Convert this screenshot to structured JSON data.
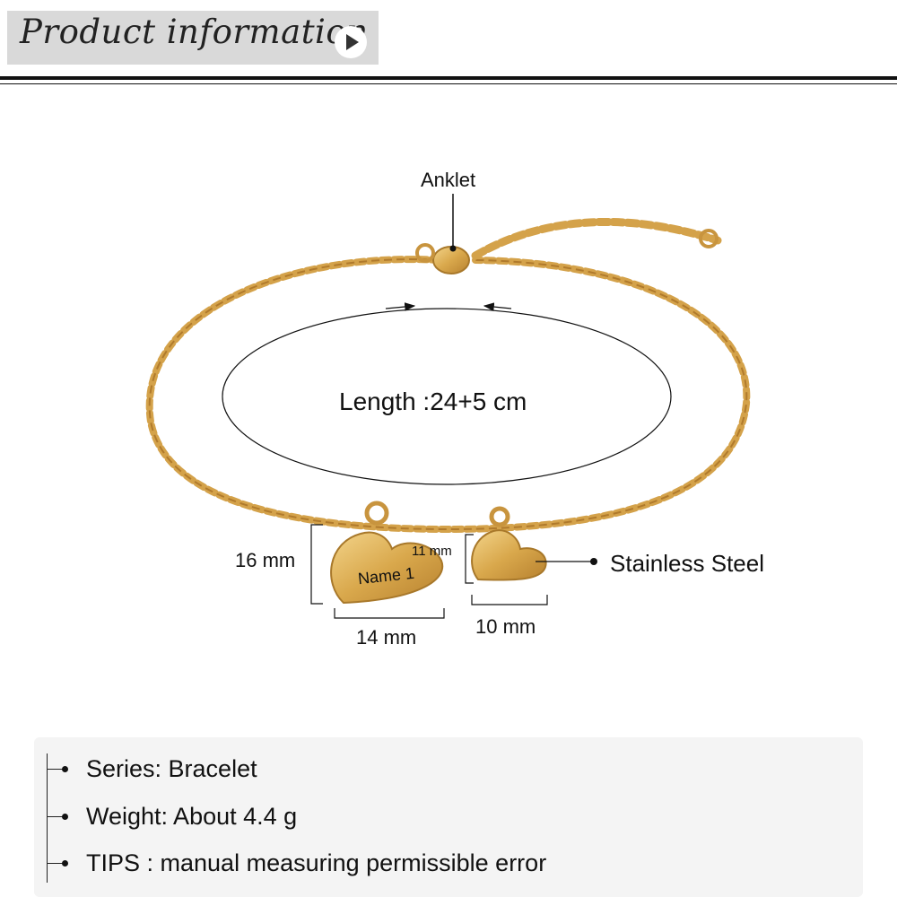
{
  "header": {
    "title": "Product information"
  },
  "labels": {
    "anklet": "Anklet",
    "length": "Length :24+5 cm",
    "height_large": "16 mm",
    "height_small": "11 mm",
    "width_large": "14 mm",
    "width_small": "10 mm",
    "material": "Stainless Steel",
    "engraving": "Name 1"
  },
  "specs": [
    {
      "text": "Series:  Bracelet"
    },
    {
      "text": "Weight: About 4.4 g"
    },
    {
      "text": "TIPS : manual measuring permissible error"
    }
  ],
  "colors": {
    "banner": "#d9d9d9",
    "gold": "#d9a84c",
    "gold_dark": "#a8782a",
    "info_bg": "#f4f4f4"
  }
}
